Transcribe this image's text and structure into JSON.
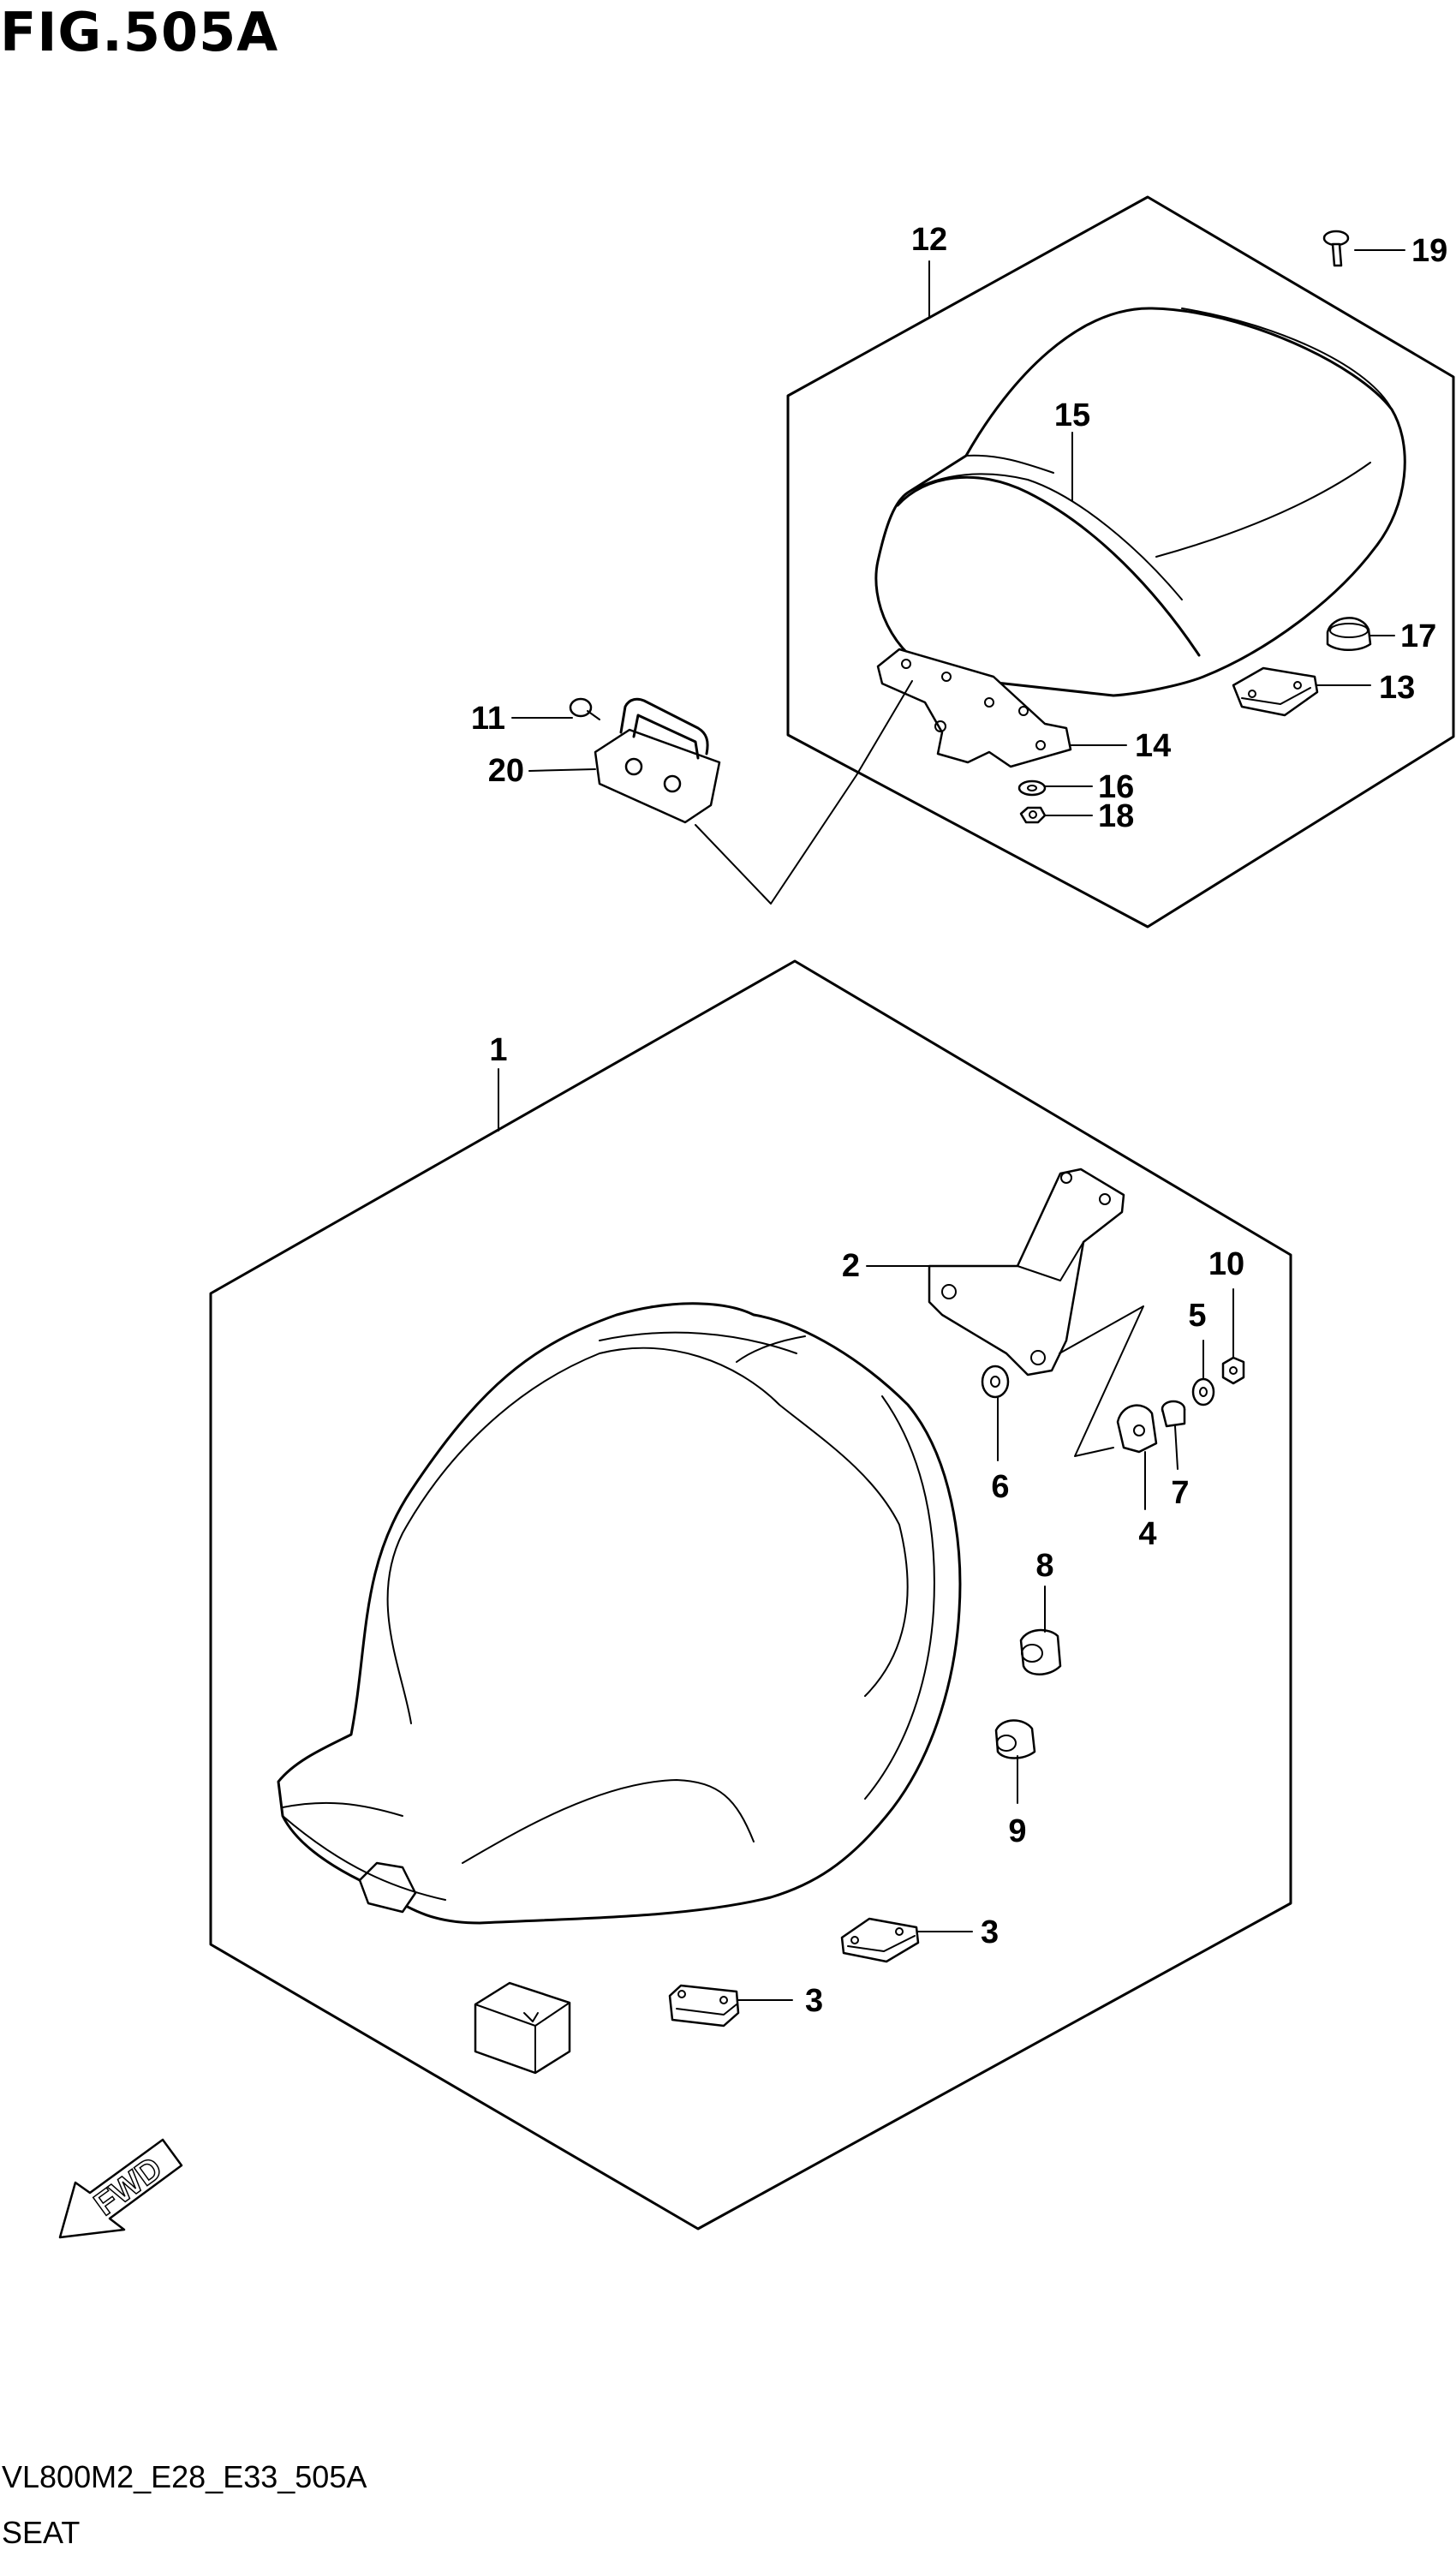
{
  "figure": {
    "title": "FIG.505A"
  },
  "footer": {
    "code": "VL800M2_E28_E33_505A",
    "name": "SEAT"
  },
  "fwd_arrow": {
    "label": "FWD"
  },
  "callouts": [
    {
      "id": "c12",
      "label": "12"
    },
    {
      "id": "c19",
      "label": "19"
    },
    {
      "id": "c15",
      "label": "15"
    },
    {
      "id": "c17",
      "label": "17"
    },
    {
      "id": "c13",
      "label": "13"
    },
    {
      "id": "c11",
      "label": "11"
    },
    {
      "id": "c20",
      "label": "20"
    },
    {
      "id": "c14",
      "label": "14"
    },
    {
      "id": "c16",
      "label": "16"
    },
    {
      "id": "c18",
      "label": "18"
    },
    {
      "id": "c1",
      "label": "1"
    },
    {
      "id": "c2",
      "label": "2"
    },
    {
      "id": "c10",
      "label": "10"
    },
    {
      "id": "c5",
      "label": "5"
    },
    {
      "id": "c6",
      "label": "6"
    },
    {
      "id": "c7",
      "label": "7"
    },
    {
      "id": "c4",
      "label": "4"
    },
    {
      "id": "c8",
      "label": "8"
    },
    {
      "id": "c9",
      "label": "9"
    },
    {
      "id": "c3a",
      "label": "3"
    },
    {
      "id": "c3b",
      "label": "3"
    }
  ]
}
